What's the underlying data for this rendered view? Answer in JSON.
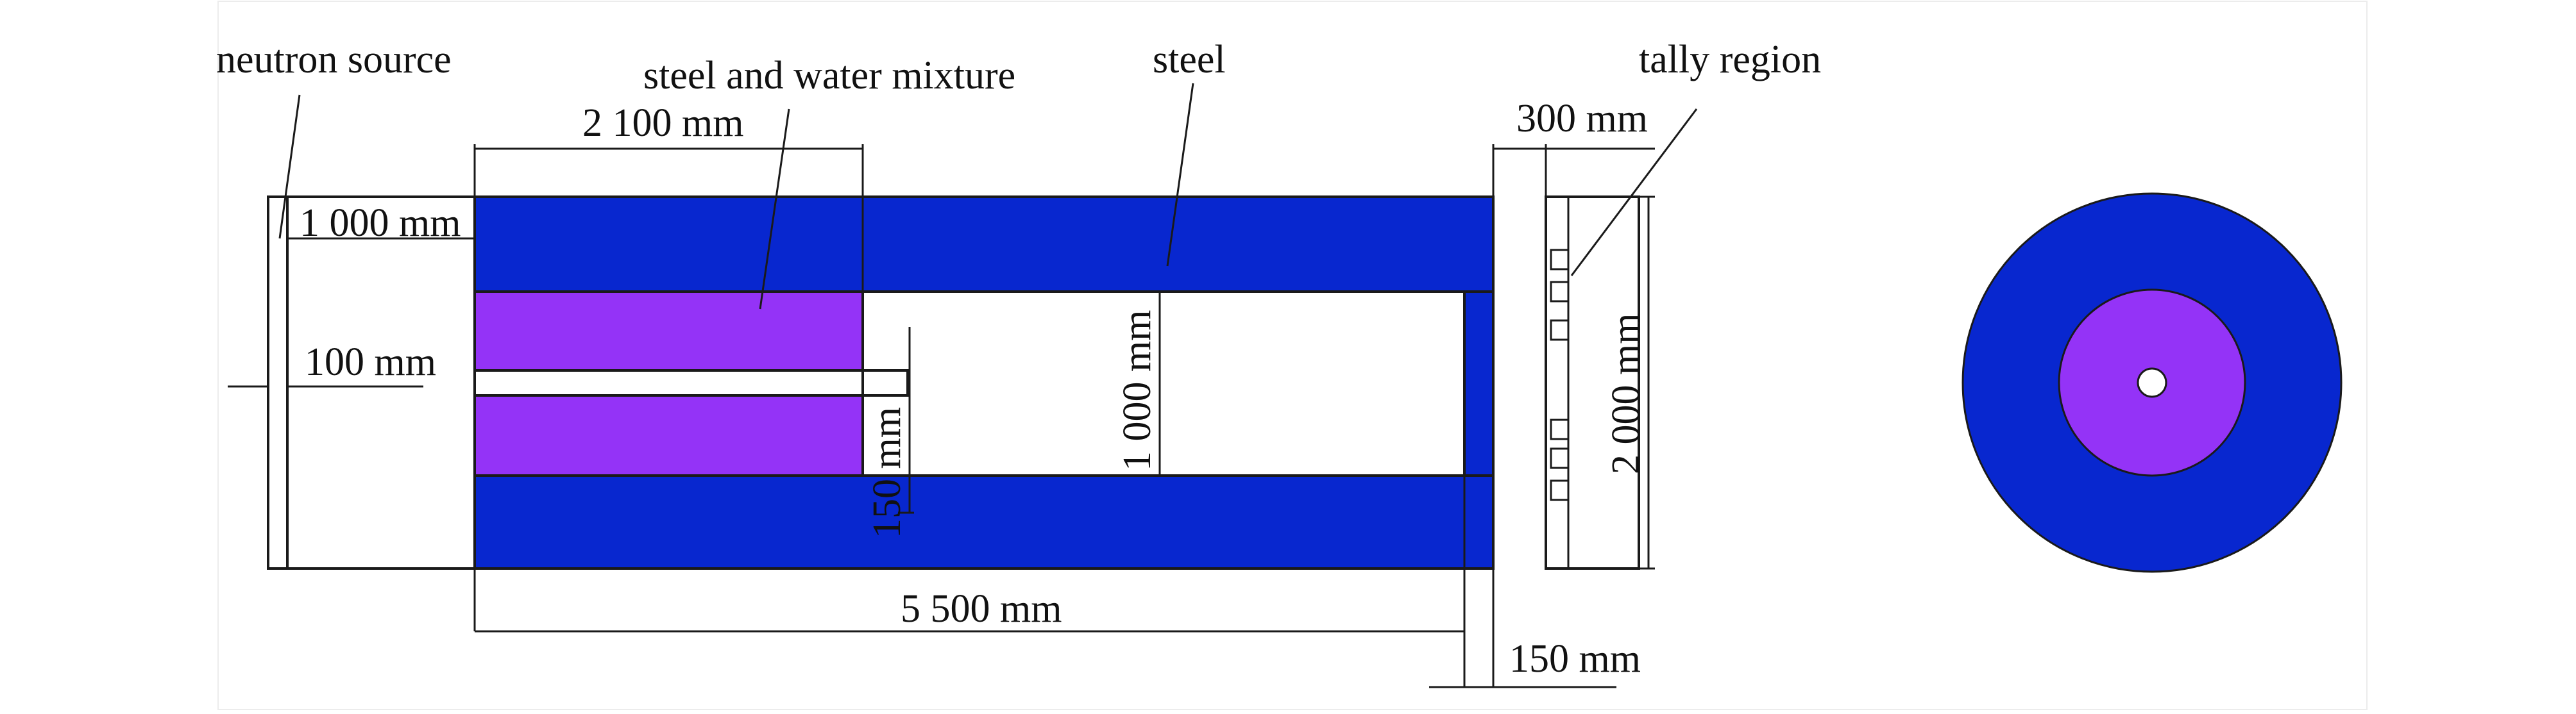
{
  "colors": {
    "steel": "#0827CF",
    "mixture": "#9433F7",
    "line": "#1a1a1a",
    "background": "#ffffff"
  },
  "labels": {
    "neutron_source": "neutron source",
    "mixture": "steel and water mixture",
    "steel": "steel",
    "tally_region": "tally region"
  },
  "dimensions": {
    "d_2100": "2 100 mm",
    "d_1000_left": "1 000 mm",
    "d_100": "100 mm",
    "d_1000_inner": "1 000 mm",
    "d_150_vertical": "150 mm",
    "d_5500": "5 500 mm",
    "d_300": "300 mm",
    "d_2000": "2 000 mm",
    "d_150_bottom": "150 mm"
  }
}
